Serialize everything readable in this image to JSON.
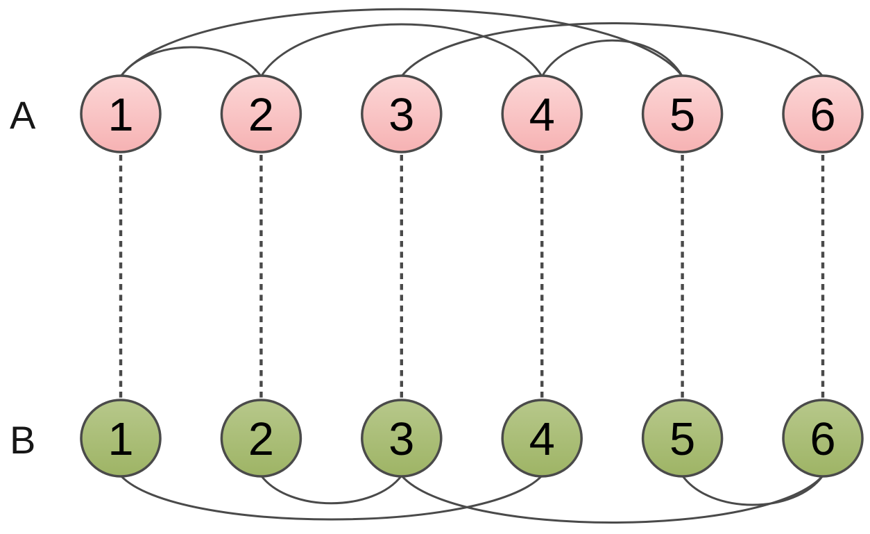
{
  "diagram": {
    "background_color": "#ffffff",
    "stroke_color": "#4a4a4a",
    "node_text_color": "#000000",
    "row_a": {
      "label": "A",
      "node_fill_top": "#fcd7d7",
      "node_fill_bottom": "#f6b2b3",
      "nodes": [
        "1",
        "2",
        "3",
        "4",
        "5",
        "6"
      ],
      "arcs": [
        [
          "1",
          "2"
        ],
        [
          "2",
          "4"
        ],
        [
          "1",
          "5"
        ],
        [
          "3",
          "6"
        ],
        [
          "4",
          "5"
        ]
      ]
    },
    "row_b": {
      "label": "B",
      "node_fill_top": "#b7c88b",
      "node_fill_bottom": "#9eb465",
      "nodes": [
        "1",
        "2",
        "3",
        "4",
        "5",
        "6"
      ],
      "arcs": [
        [
          "2",
          "3"
        ],
        [
          "1",
          "4"
        ],
        [
          "3",
          "6"
        ],
        [
          "5",
          "6"
        ]
      ]
    },
    "dashed_links": [
      [
        "1",
        "1"
      ],
      [
        "2",
        "2"
      ],
      [
        "3",
        "3"
      ],
      [
        "4",
        "4"
      ],
      [
        "5",
        "5"
      ],
      [
        "6",
        "6"
      ]
    ]
  }
}
